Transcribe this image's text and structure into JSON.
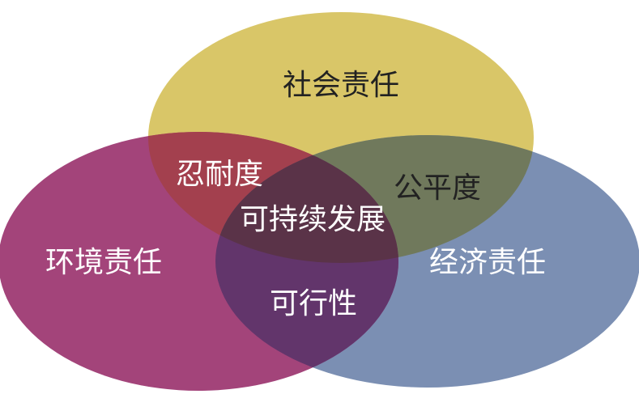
{
  "diagram": {
    "type": "venn-3",
    "sets": {
      "social": {
        "label": "社会责任",
        "color": "#d9c668"
      },
      "environmental": {
        "label": "环境责任",
        "color": "#a3447a"
      },
      "economic": {
        "label": "经济责任",
        "color": "#7b8fb3"
      }
    },
    "intersections": {
      "social_environmental": {
        "label": "忍耐度",
        "color": "#a3404e"
      },
      "social_economic": {
        "label": "公平度",
        "color": "#70795c"
      },
      "environmental_economic": {
        "label": "可行性",
        "color": "#62356b"
      },
      "all": {
        "label": "可持续发展",
        "color": "#5a3348"
      }
    }
  }
}
